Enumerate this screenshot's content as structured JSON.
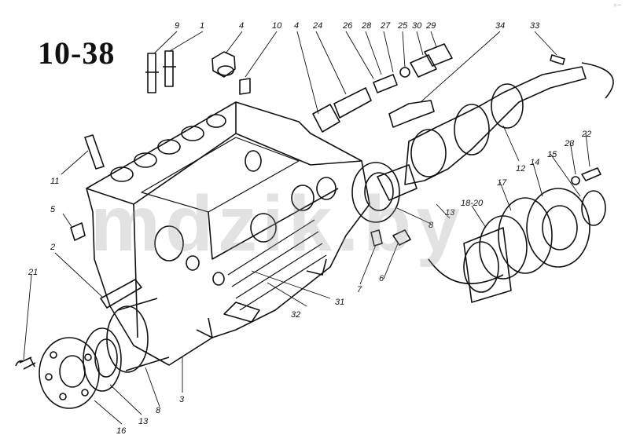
{
  "figure": {
    "title": "10-38",
    "watermark": "mdzik.by",
    "corner_text": "Ⓡ ⁿⁿⁿ"
  },
  "callouts": [
    "9",
    "1",
    "4",
    "10",
    "4",
    "24",
    "26",
    "28",
    "27",
    "25",
    "30",
    "29",
    "34",
    "33",
    "11",
    "5",
    "2",
    "21",
    "16",
    "13",
    "8",
    "3",
    "32",
    "31",
    "7",
    "6",
    "8",
    "13",
    "12",
    "18-20",
    "17",
    "14",
    "15",
    "23",
    "22"
  ],
  "colors": {
    "ink": "#111111",
    "background": "#ffffff",
    "watermark": "#969696"
  }
}
